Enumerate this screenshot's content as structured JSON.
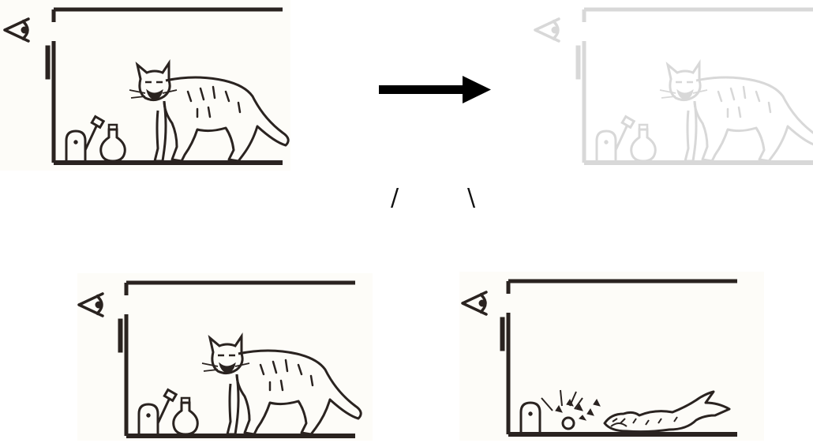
{
  "diagram": {
    "separators": {
      "left": "/",
      "right": "\\"
    },
    "panels": [
      {
        "id": "before",
        "state": "cat-alive",
        "faded": false
      },
      {
        "id": "superposition",
        "state": "cat-alive",
        "faded": true
      },
      {
        "id": "outcome-alive",
        "state": "cat-alive",
        "faded": false
      },
      {
        "id": "outcome-dead",
        "state": "cat-dead",
        "faded": false
      }
    ],
    "colors": {
      "ink": "#2a2320",
      "faded_ink": "#d8d8d8",
      "paper": "#fdfcf8",
      "arrow": "#000000"
    }
  }
}
